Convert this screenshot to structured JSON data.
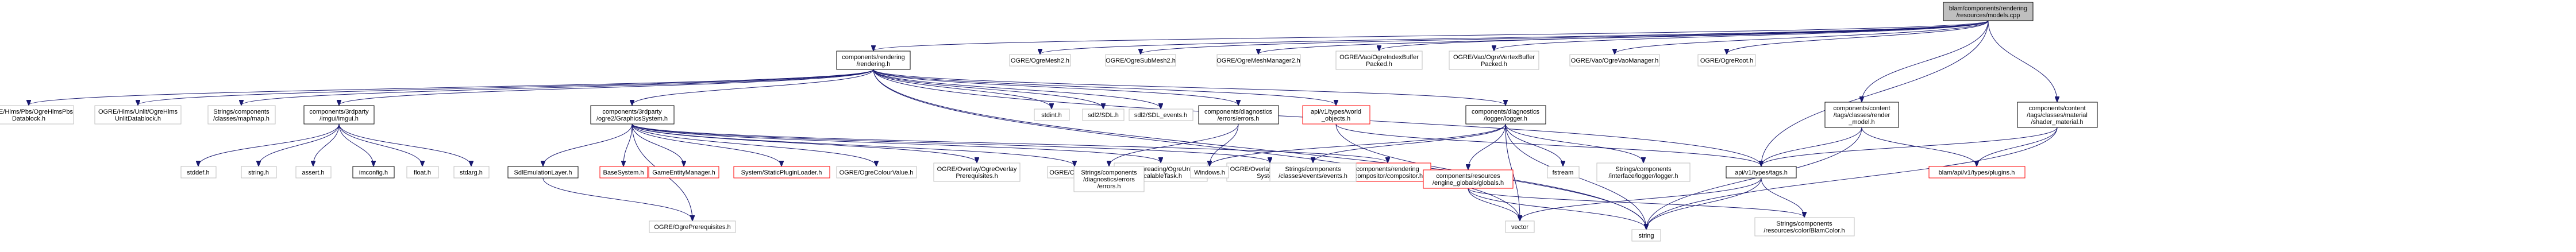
{
  "colors": {
    "edge": "#191970",
    "normal_border": "#bfbfbf",
    "highlight_border": "#ff0000",
    "focus_border": "#000000",
    "focus_fill": "#bfbfbf",
    "fill": "#ffffff",
    "text": "#000000"
  },
  "nodes": [
    {
      "id": "root",
      "lines": [
        "blam/components/rendering",
        "/resources/models.cpp"
      ],
      "style": "focus"
    },
    {
      "id": "rendering_h",
      "lines": [
        "components/rendering",
        "/rendering.h"
      ],
      "style": "focus-border"
    },
    {
      "id": "ogremesh2",
      "lines": [
        "OGRE/OgreMesh2.h"
      ],
      "style": "normal"
    },
    {
      "id": "ogresubmesh2",
      "lines": [
        "OGRE/OgreSubMesh2.h"
      ],
      "style": "normal"
    },
    {
      "id": "ogremeshmanager2",
      "lines": [
        "OGRE/OgreMeshManager2.h"
      ],
      "style": "normal"
    },
    {
      "id": "ogrevao_index",
      "lines": [
        "OGRE/Vao/OgreIndexBuffer",
        "Packed.h"
      ],
      "style": "normal"
    },
    {
      "id": "ogrevao_vertex",
      "lines": [
        "OGRE/Vao/OgreVertexBuffer",
        "Packed.h"
      ],
      "style": "normal"
    },
    {
      "id": "ogrevaomanager",
      "lines": [
        "OGRE/Vao/OgreVaoManager.h"
      ],
      "style": "normal"
    },
    {
      "id": "ogreroot",
      "lines": [
        "OGRE/OgreRoot.h"
      ],
      "style": "normal"
    },
    {
      "id": "render_model",
      "lines": [
        "components/content",
        "/tags/classes/render",
        "_model.h"
      ],
      "style": "focus-border"
    },
    {
      "id": "shader_material",
      "lines": [
        "components/content",
        "/tags/classes/material",
        "/shader_material.h"
      ],
      "style": "focus-border"
    },
    {
      "id": "hlmspbs",
      "lines": [
        "OGRE/Hlms/Pbs/OgreHlmsPbs",
        "Datablock.h"
      ],
      "style": "normal"
    },
    {
      "id": "hlmsunlit",
      "lines": [
        "OGRE/Hlms/Unlit/OgreHlms",
        "UnlitDatablock.h"
      ],
      "style": "normal"
    },
    {
      "id": "mapmap",
      "lines": [
        "Strings/components",
        "/classes/map/map.h"
      ],
      "style": "normal"
    },
    {
      "id": "imgui",
      "lines": [
        "components/3rdparty",
        "/imgui/imgui.h"
      ],
      "style": "focus-border"
    },
    {
      "id": "graphicssystem",
      "lines": [
        "components/3rdparty",
        "/ogre2/GraphicsSystem.h"
      ],
      "style": "focus-border"
    },
    {
      "id": "stdint",
      "lines": [
        "stdint.h"
      ],
      "style": "normal"
    },
    {
      "id": "sdl2",
      "lines": [
        "sdl2/SDL.h"
      ],
      "style": "normal"
    },
    {
      "id": "sdl2events",
      "lines": [
        "sdl2/SDL_events.h"
      ],
      "style": "normal"
    },
    {
      "id": "diag_errors",
      "lines": [
        "components/diagnostics",
        "/errors/errors.h"
      ],
      "style": "focus-border"
    },
    {
      "id": "world_objects",
      "lines": [
        "api/v1/types/world",
        "_objects.h"
      ],
      "style": "highlight"
    },
    {
      "id": "diag_logger",
      "lines": [
        "components/diagnostics",
        "/logger/logger.h"
      ],
      "style": "focus-border"
    },
    {
      "id": "stddef",
      "lines": [
        "stddef.h"
      ],
      "style": "normal"
    },
    {
      "id": "string_h",
      "lines": [
        "string.h"
      ],
      "style": "normal"
    },
    {
      "id": "assert",
      "lines": [
        "assert.h"
      ],
      "style": "normal"
    },
    {
      "id": "imconfig",
      "lines": [
        "imconfig.h"
      ],
      "style": "focus-border"
    },
    {
      "id": "float_h",
      "lines": [
        "float.h"
      ],
      "style": "normal"
    },
    {
      "id": "stdarg",
      "lines": [
        "stdarg.h"
      ],
      "style": "normal"
    },
    {
      "id": "sdlemu",
      "lines": [
        "SdlEmulationLayer.h"
      ],
      "style": "focus-border"
    },
    {
      "id": "basesystem",
      "lines": [
        "BaseSystem.h"
      ],
      "style": "highlight"
    },
    {
      "id": "gameentitymgr",
      "lines": [
        "GameEntityManager.h"
      ],
      "style": "highlight"
    },
    {
      "id": "staticplugin",
      "lines": [
        "System/StaticPluginLoader.h"
      ],
      "style": "highlight"
    },
    {
      "id": "colourvalue",
      "lines": [
        "OGRE/OgreColourValue.h"
      ],
      "style": "normal"
    },
    {
      "id": "overlayprereq",
      "lines": [
        "OGRE/Overlay/OgreOverlay",
        "Prerequisites.h"
      ],
      "style": "normal"
    },
    {
      "id": "ogrelog",
      "lines": [
        "OGRE/OgreLog.h"
      ],
      "style": "normal"
    },
    {
      "id": "uniformtask",
      "lines": [
        "OGRE/Threading/OgreUniform",
        "ScalableTask.h"
      ],
      "style": "normal"
    },
    {
      "id": "overlaysystem",
      "lines": [
        "OGRE/Overlay/OgreOverlay",
        "System.h"
      ],
      "style": "normal"
    },
    {
      "id": "compositor",
      "lines": [
        "components/rendering",
        "/compositor/compositor.h"
      ],
      "style": "highlight"
    },
    {
      "id": "diag_errors_errors",
      "lines": [
        "Strings/components",
        "/diagnostics/errors",
        "/errors.h"
      ],
      "style": "normal"
    },
    {
      "id": "windows",
      "lines": [
        "Windows.h"
      ],
      "style": "normal"
    },
    {
      "id": "events_events",
      "lines": [
        "Strings/components",
        "/classes/events/events.h"
      ],
      "style": "normal"
    },
    {
      "id": "engine_globals",
      "lines": [
        "components/resources",
        "/engine_globals/globals.h"
      ],
      "style": "highlight"
    },
    {
      "id": "fstream",
      "lines": [
        "fstream"
      ],
      "style": "normal"
    },
    {
      "id": "ilogger",
      "lines": [
        "Strings/components",
        "/interface/logger/logger.h"
      ],
      "style": "normal"
    },
    {
      "id": "tags_h",
      "lines": [
        "api/v1/types/tags.h"
      ],
      "style": "focus-border"
    },
    {
      "id": "plugins_h",
      "lines": [
        "blam/api/v1/types/plugins.h"
      ],
      "style": "highlight"
    },
    {
      "id": "ogreprereq",
      "lines": [
        "OGRE/OgrePrerequisites.h"
      ],
      "style": "normal"
    },
    {
      "id": "vector",
      "lines": [
        "vector"
      ],
      "style": "normal"
    },
    {
      "id": "string",
      "lines": [
        "string"
      ],
      "style": "normal"
    },
    {
      "id": "blamcolor",
      "lines": [
        "Strings/components",
        "/resources/color/BlamColor.h"
      ],
      "style": "normal"
    }
  ],
  "edges": [
    [
      "root",
      "rendering_h"
    ],
    [
      "root",
      "ogremesh2"
    ],
    [
      "root",
      "ogresubmesh2"
    ],
    [
      "root",
      "ogremeshmanager2"
    ],
    [
      "root",
      "ogrevao_index"
    ],
    [
      "root",
      "ogrevao_vertex"
    ],
    [
      "root",
      "ogrevaomanager"
    ],
    [
      "root",
      "ogreroot"
    ],
    [
      "root",
      "render_model"
    ],
    [
      "root",
      "shader_material"
    ],
    [
      "root",
      "tags_h"
    ],
    [
      "rendering_h",
      "hlmspbs"
    ],
    [
      "rendering_h",
      "hlmsunlit"
    ],
    [
      "rendering_h",
      "mapmap"
    ],
    [
      "rendering_h",
      "imgui"
    ],
    [
      "rendering_h",
      "graphicssystem"
    ],
    [
      "rendering_h",
      "stdint"
    ],
    [
      "rendering_h",
      "sdl2"
    ],
    [
      "rendering_h",
      "sdl2events"
    ],
    [
      "rendering_h",
      "diag_errors"
    ],
    [
      "rendering_h",
      "world_objects"
    ],
    [
      "rendering_h",
      "diag_logger"
    ],
    [
      "rendering_h",
      "vector"
    ],
    [
      "rendering_h",
      "string"
    ],
    [
      "rendering_h",
      "tags_h"
    ],
    [
      "imgui",
      "stddef"
    ],
    [
      "imgui",
      "string_h"
    ],
    [
      "imgui",
      "assert"
    ],
    [
      "imgui",
      "imconfig"
    ],
    [
      "imgui",
      "float_h"
    ],
    [
      "imgui",
      "stdarg"
    ],
    [
      "graphicssystem",
      "sdlemu"
    ],
    [
      "graphicssystem",
      "basesystem"
    ],
    [
      "graphicssystem",
      "gameentitymgr"
    ],
    [
      "graphicssystem",
      "staticplugin"
    ],
    [
      "graphicssystem",
      "colourvalue"
    ],
    [
      "graphicssystem",
      "overlayprereq"
    ],
    [
      "graphicssystem",
      "ogrelog"
    ],
    [
      "graphicssystem",
      "uniformtask"
    ],
    [
      "graphicssystem",
      "overlaysystem"
    ],
    [
      "graphicssystem",
      "compositor"
    ],
    [
      "graphicssystem",
      "ogreprereq"
    ],
    [
      "sdlemu",
      "ogreprereq"
    ],
    [
      "diag_errors",
      "diag_errors_errors"
    ],
    [
      "diag_errors",
      "windows"
    ],
    [
      "world_objects",
      "string"
    ],
    [
      "world_objects",
      "tags_h"
    ],
    [
      "diag_logger",
      "windows"
    ],
    [
      "diag_logger",
      "events_events"
    ],
    [
      "diag_logger",
      "engine_globals"
    ],
    [
      "diag_logger",
      "fstream"
    ],
    [
      "diag_logger",
      "ilogger"
    ],
    [
      "diag_logger",
      "vector"
    ],
    [
      "diag_logger",
      "string"
    ],
    [
      "engine_globals",
      "vector"
    ],
    [
      "engine_globals",
      "string"
    ],
    [
      "engine_globals",
      "blamcolor"
    ],
    [
      "render_model",
      "tags_h"
    ],
    [
      "render_model",
      "plugins_h"
    ],
    [
      "render_model",
      "string"
    ],
    [
      "shader_material",
      "tags_h"
    ],
    [
      "shader_material",
      "plugins_h"
    ],
    [
      "shader_material",
      "string"
    ],
    [
      "tags_h",
      "vector"
    ],
    [
      "tags_h",
      "string"
    ],
    [
      "tags_h",
      "blamcolor"
    ]
  ]
}
